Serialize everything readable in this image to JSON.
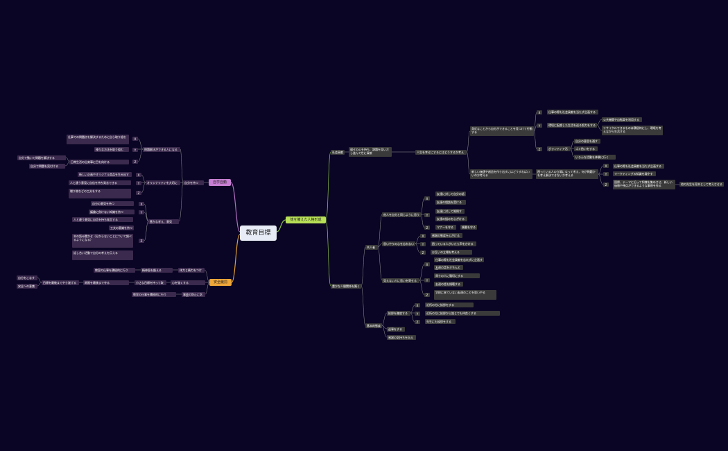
{
  "colors": {
    "background": "#0a0524",
    "root": "#e8ecf6",
    "branch_green": "#b9e157",
    "branch_pink": "#c77fd3",
    "branch_orange": "#f0a73a",
    "node": "#3a3a3a",
    "node_left": "#3b2a4d",
    "line_green": "#8bc34a",
    "line_pink": "#b070c0",
    "line_orange": "#e0a030",
    "line_node": "#9a9a9a"
  },
  "root": "教育目標",
  "branches": {
    "green": "徳を備えた人格形成",
    "pink": "自学自動",
    "orange": "安全厳罰"
  },
  "right": {
    "shakai": "社会貢献",
    "shakai_desc": "弱せの心を持ち、課題を見いだし進んで世に貢献",
    "jinsei": "人生を幸せにするにはどうするか考える",
    "jiyu": "身近なことから自分ができることを見つけて行動する",
    "x1": "X",
    "shigoto1": "仕事の際も社会貢献を当たず企画する",
    "y1": "Y",
    "kankyo": "環境に配慮した生活を送る努力をする",
    "kokyo": "公共機関や自転車を利用する",
    "recycle": "リサイクルできるものは積極的にし、環境を考えながら生活する",
    "z1": "Z",
    "boshu": "ボランティア活動をする",
    "jibun": "自分の意思を通す",
    "goal": "ゴミ拾いをする",
    "tanoshii": "いろんな活動を体験に行く",
    "atarashii": "新しい価値や創造を作り出すにはどうすればいいのか考える",
    "komatta": "困っている人の立場になって考え、何が問題かを考え解決できないか考える",
    "x2": "X",
    "shigoto2": "仕事の際も社会貢献を当たず企画する",
    "y2": "Y",
    "marketing": "マーケティングの知識を増やす",
    "z2": "Z",
    "kaigai": "国際、テーマに沿って知識を集めさせ、新しい価値や視点ができるような事例を作る",
    "hoka": "他の先生を見本として考えさせる",
    "yutaka": "豊かな人間関係を築く",
    "kyokan": "共人者",
    "tanin": "他人を自分と同じように思う",
    "x3": "X",
    "self1": "友達に対して自分の話をする",
    "y3": "Y",
    "self2": "友達の相談を受ける",
    "self3": "友達に対して質問する",
    "self4": "友達の悩みを心がける",
    "z3": "Z",
    "manner": "マナーを守る",
    "manner2": "順番を守る",
    "omoiyari": "思いやりの心を忘れない",
    "x4": "X",
    "kansha": "感謝の態度を心がける",
    "y4": "Y",
    "komatta2": "困っている人がいたら声をかける",
    "z4": "Z",
    "kohai": "お互いの立場を考える",
    "mienai": "見えない人に思いを寄せる",
    "x5": "X",
    "kensho1": "仕事の際も社会貢献を忘れずに企画する",
    "kensho2": "友達の話をきちんと聞く",
    "y5": "Y",
    "kokusai": "周りの人に親切にする",
    "tomodachi": "友達の話を傾聴する",
    "z5": "Z",
    "gakko": "学校に来ていない友達のことを思いやる",
    "kihon": "基本的態度",
    "aisatsu": "挨拶を徹底する",
    "x6": "X",
    "kinjo": "近所の方に挨拶をする",
    "y6": "Y",
    "kinjo2": "近所の方に挨拶から誰とでも仲良くする",
    "z6": "Z",
    "sensei": "先生にも挨拶をする",
    "hensan": "返事をする",
    "kansha2": "感謝の気持ちを伝える"
  },
  "left": {
    "jiko": "自分を持つ",
    "mondai": "問題解決ができる人になる",
    "x1": "X",
    "sagyo": "仕事での問題点を解決するために自ら取り組む",
    "y1": "Y",
    "kanka": "様々な方法を取り組む",
    "z1": "Z",
    "nichijo": "日常生活の出来事に目を向ける",
    "jibun_a": "自分で動いて問題を解決する",
    "jibun_b": "自分で問題を見付ける",
    "origin": "オリジナリティを大切に",
    "x2": "X",
    "atarashii": "新しい企画やオリジナル商品を生み出す",
    "y2": "Y",
    "hito": "人と違う意見に自信を持ち発言できる",
    "z2": "Z",
    "okuri": "贈り物などの工夫をする",
    "yutaka": "豊かな考え、意見",
    "x3": "X",
    "hyogen": "自分の意見を持つ",
    "y3": "Y",
    "gaikan": "議論に負けない知識を持つ",
    "z3": "Z",
    "hito2": "人と違う意見に自信を持ち発言する",
    "kufu": "工夫の意識を持つ",
    "honkatsu": "本の読み聞かせ（分からないことについて調べるようになる）",
    "kaigi": "話し合い活動で自分の考えを伝える",
    "tairyoku": "体力と精力をつける",
    "seishin": "精神面を鍛える",
    "kashikoi": "教室の仕事を積極的に行う",
    "chiisana": "小さな目標を持って取り組む",
    "kokoro": "心を強くする",
    "kigen": "期限を最後まで守る",
    "jibun_x": "自分をこなす",
    "jibun_y": "目標を最後までやり遂げる",
    "anzen": "安全への意識",
    "jiko2": "事故の防止に気を配る"
  }
}
